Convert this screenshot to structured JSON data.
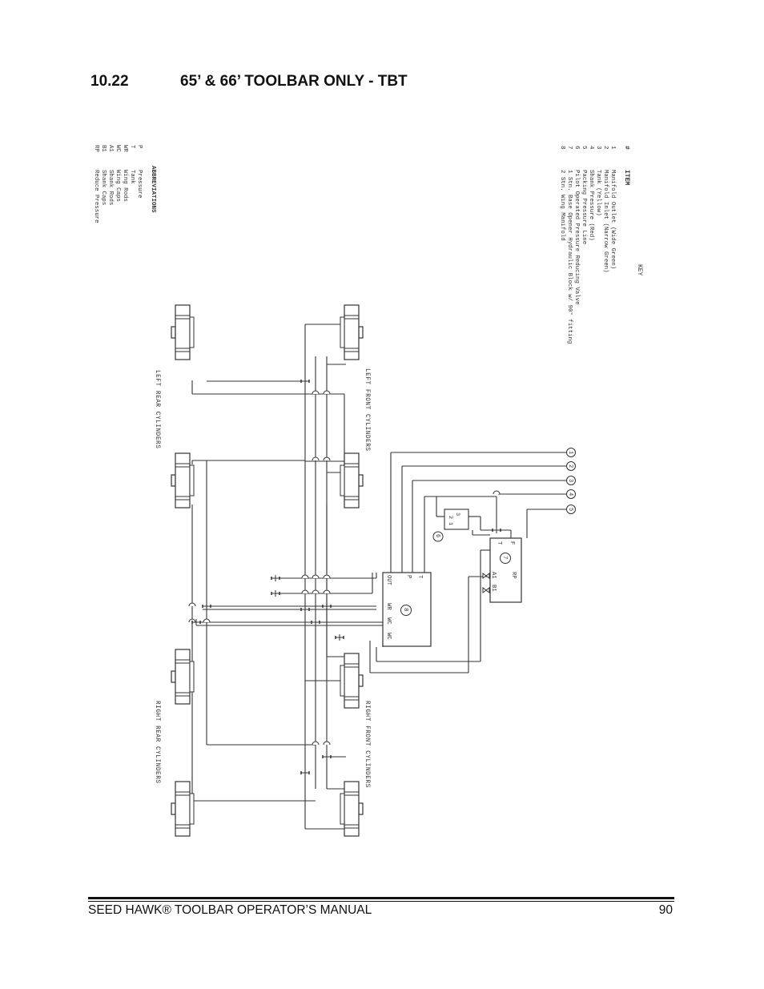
{
  "section": {
    "number": "10.22",
    "title": "65’ & 66’ TOOLBAR ONLY - TBT"
  },
  "key": {
    "heading": "KEY",
    "col_num": "#",
    "col_item": "ITEM",
    "items": [
      {
        "n": "1",
        "text": "Manifold Outlet (Wide Green)"
      },
      {
        "n": "2",
        "text": "Manifold Inlet (Narrow Green)"
      },
      {
        "n": "3",
        "text": "Tank (Yellow)"
      },
      {
        "n": "4",
        "text": "Shank Pressure (Red)"
      },
      {
        "n": "5",
        "text": "Packing Pressure Line"
      },
      {
        "n": "6",
        "text": "Pilot Operated Pressure Reducing Valve"
      },
      {
        "n": "7",
        "text": "1 Stn. Base Opener Hydraulic Block w/ 90° fitting"
      },
      {
        "n": "8",
        "text": "2 Stn. Wing Manifold"
      }
    ]
  },
  "abbreviations": {
    "heading": "ABBREVIATIONS",
    "items": [
      {
        "abbr": "P",
        "text": "Pressure"
      },
      {
        "abbr": "T",
        "text": "Tank"
      },
      {
        "abbr": "WR",
        "text": "Wing Rods"
      },
      {
        "abbr": "WC",
        "text": "Wing Caps"
      },
      {
        "abbr": "A1",
        "text": "Shank Rods"
      },
      {
        "abbr": "B1",
        "text": "Shank Caps"
      },
      {
        "abbr": "RP",
        "text": "Reduce Pressure"
      }
    ]
  },
  "diagram": {
    "left_rear": "LEFT REAR CYLINDERS",
    "left_front": "LEFT FRONT CYLINDERS",
    "right_rear": "RIGHT REAR CYLINDERS",
    "right_front": "RIGHT FRONT CYLINDERS",
    "callouts": [
      "1",
      "2",
      "3",
      "4",
      "5",
      "6",
      "7",
      "8"
    ],
    "manifold8_ports": {
      "t": "T",
      "p": "P",
      "out": "OUT",
      "wr": "WR",
      "wc1": "WC",
      "wc2": "WC"
    },
    "block7_ports": {
      "f": "F",
      "t": "T",
      "rp": "RP",
      "a1": "A1",
      "b1": "B1"
    },
    "valve6_ports": {
      "p3": "3",
      "p2": "2",
      "p1": "1"
    }
  },
  "footer": {
    "left": "SEED HAWK® TOOLBAR OPERATOR’S MANUAL",
    "page": "90"
  }
}
